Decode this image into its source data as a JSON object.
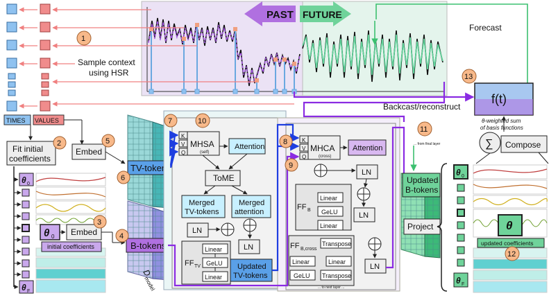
{
  "top": {
    "past_label": "PAST",
    "future_label": "FUTURE",
    "forecast_label": "Forecast",
    "sample_context_line1": "Sample context",
    "sample_context_line2": "using HSR",
    "backcast_label": "Backcast/reconstruct"
  },
  "inputs": {
    "times_label": "TIMES",
    "values_label": "VALUES",
    "fit_line1": "Fit initial",
    "fit_line2": "coefficients",
    "embed_label": "Embed",
    "embed2_label": "Embed",
    "initial_coefficients_label": "initial coefficients"
  },
  "tokens": {
    "tv_tokens": "TV-tokens",
    "b_tokens": "B-tokens",
    "updated_b_line1": "Updated",
    "updated_b_line2": "B-tokens",
    "project_label": "Project",
    "d_model_label": "D",
    "d_model_sub": "model"
  },
  "encoder": {
    "k": "K",
    "v": "V",
    "q": "Q",
    "mhsa": "MHSA",
    "mhsa_sub": "(self)",
    "attention": "Attention",
    "tome": "ToME",
    "merged_tv_line1": "Merged",
    "merged_tv_line2": "TV-tokens",
    "merged_att_line1": "Merged",
    "merged_att_line2": "attention",
    "ln1": "LN",
    "ln2": "LN",
    "ff_tv": "FF",
    "ff_tv_sub": "TV",
    "linear_a": "Linear",
    "gelu_a": "GeLU",
    "linear_b": "Linear",
    "updated_tv_line1": "Updated",
    "updated_tv_line2": "TV-tokens"
  },
  "decoder": {
    "k": "K",
    "v": "V",
    "q": "Q",
    "mhca": "MHCA",
    "mhca_sub": "(cross)",
    "attention": "Attention",
    "ln1": "LN",
    "ln2": "LN",
    "ln3": "LN",
    "ff_b": "FF",
    "ff_b_sub": "B",
    "linear_a": "Linear",
    "gelu_a": "GeLU",
    "linear_b": "Linear",
    "ff_bcross": "FF",
    "ff_bcross_sub": "B,cross",
    "transpose_a": "Transpose",
    "linear_c": "Linear",
    "linear_d": "Linear",
    "gelu_b": "GeLU",
    "transpose_b": "Transpose",
    "to_next_layer": "... to next layer ...",
    "from_final_layer": "... from final layer"
  },
  "basis": {
    "ft_label": "f(t)",
    "weighted_line1": "θ-weighted sum",
    "weighted_line2": "of basis functions",
    "sum_symbol": "∑",
    "compose_label": "Compose",
    "theta0": "θ",
    "theta0_sub": "0",
    "thetaF": "θ",
    "thetaF_sub": "F",
    "theta_big": "θ",
    "updated_coefficients": "updated coefficients"
  },
  "steps": [
    "1",
    "2",
    "3",
    "4",
    "5",
    "6",
    "7",
    "8",
    "9",
    "10",
    "11",
    "12",
    "13"
  ],
  "colors": {
    "blue_token": "#8fc2f0",
    "red_token": "#f08c8c",
    "purple": "#b070e0",
    "green": "#6fd39a",
    "orange_badge": "#f8b98a",
    "arrow_blue": "#1e3ee0",
    "arrow_purple": "#8a2be2",
    "arrow_pink": "#f08080",
    "arrow_green": "#3cc070"
  }
}
